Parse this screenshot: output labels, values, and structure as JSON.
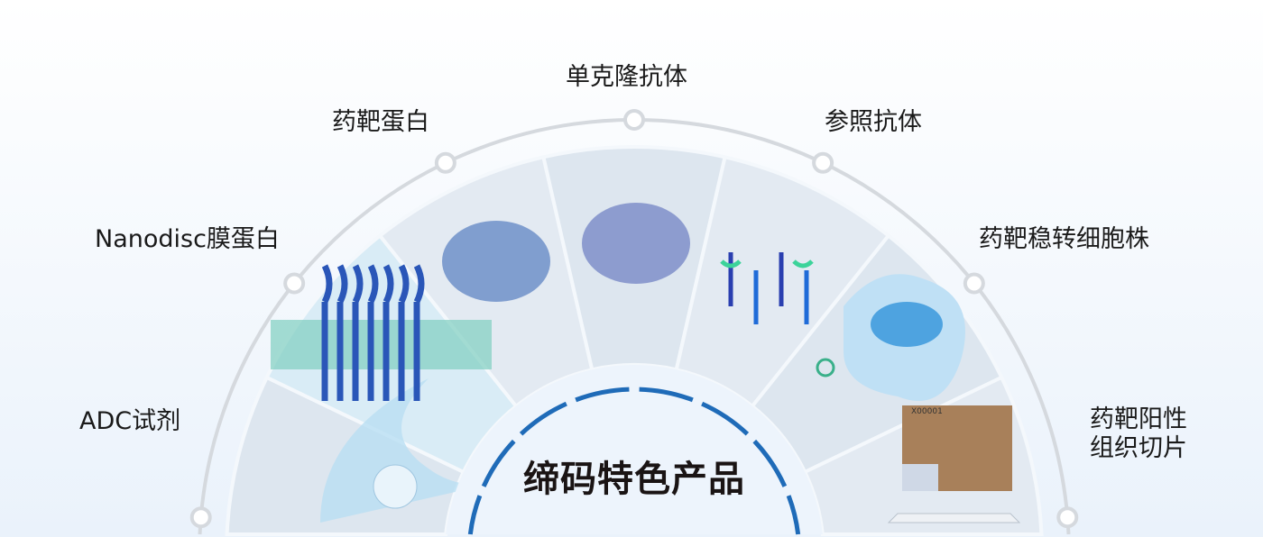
{
  "center_title": "缔码特色产品",
  "products": [
    {
      "label": "ADC试剂",
      "icon": "adc-internalization-illustration"
    },
    {
      "label": "Nanodisc膜蛋白",
      "icon": "membrane-protein-illustration"
    },
    {
      "label": "药靶蛋白",
      "icon": "protein-structure-illustration"
    },
    {
      "label": "单克隆抗体",
      "icon": "antibody-structure-illustration"
    },
    {
      "label": "参照抗体",
      "icon": "antibody-y-shapes-illustration"
    },
    {
      "label": "药靶稳转细胞株",
      "icon": "stable-cell-line-illustration"
    },
    {
      "label": "药靶阳性",
      "label2": "组织切片",
      "icon": "tissue-slide-illustration"
    }
  ],
  "tissue_slide_id": "X00001",
  "colors": {
    "accent": "#1f6bb8",
    "arc": "#d5d9de",
    "wedge": "#dde6ef",
    "ring": "#edf4fc"
  }
}
